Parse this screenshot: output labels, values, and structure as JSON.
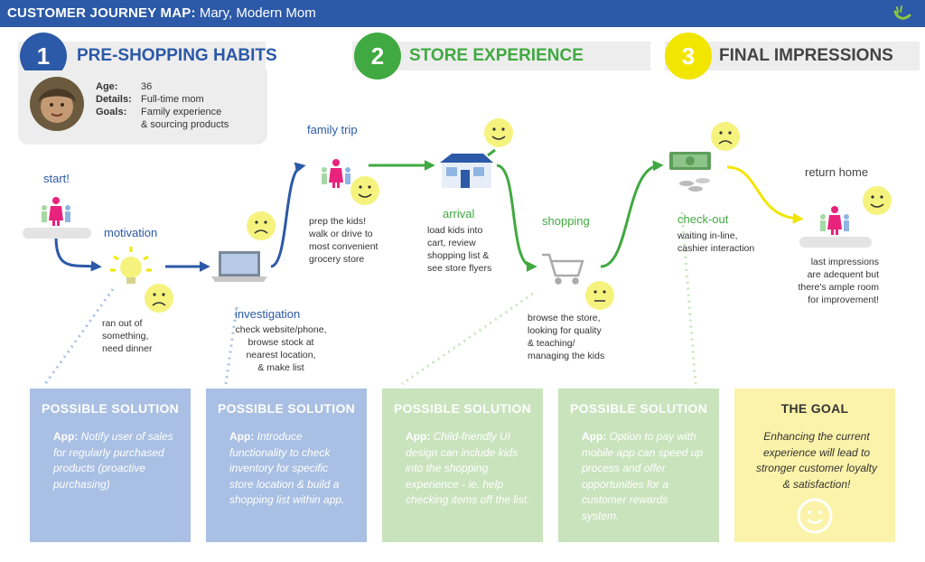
{
  "header": {
    "title_bold": "CUSTOMER JOURNEY MAP:",
    "title_rest": " Mary, Modern Mom"
  },
  "stages": [
    {
      "num": "1",
      "label": "PRE-SHOPPING HABITS"
    },
    {
      "num": "2",
      "label": "STORE EXPERIENCE"
    },
    {
      "num": "3",
      "label": "FINAL IMPRESSIONS"
    }
  ],
  "persona": {
    "age_label": "Age:",
    "age": "36",
    "details_label": "Details:",
    "details": "Full-time mom",
    "goals_label": "Goals:",
    "goals_line1": "Family experience",
    "goals_line2": "& sourcing products"
  },
  "nodes": {
    "start": "start!",
    "motivation": "motivation",
    "motivation_desc": [
      "ran out of",
      "something,",
      "need dinner"
    ],
    "investigation": "investigation",
    "investigation_desc": [
      "check website/phone,",
      "browse stock at",
      "nearest location,",
      "& make list"
    ],
    "family_trip": "family trip",
    "family_trip_desc": [
      "prep the kids!",
      "walk or drive to",
      "most convenient",
      "grocery store"
    ],
    "arrival": "arrival",
    "arrival_desc": [
      "load kids into",
      "cart, review",
      "shopping list &",
      "see store flyers"
    ],
    "shopping": "shopping",
    "shopping_desc": [
      "browse the store,",
      "looking for quality",
      "& teaching/",
      "managing the kids"
    ],
    "checkout": "check-out",
    "checkout_desc": [
      "waiting in-line,",
      "cashier interaction"
    ],
    "return_home": "return home",
    "return_desc": [
      "last impressions",
      "are adequent but",
      "there's ample room",
      "for improvement!"
    ]
  },
  "solutions": [
    {
      "title": "POSSIBLE SOLUTION",
      "app": "App:",
      "text": "Notify user of sales for regularly purchased products (proactive purchasing)"
    },
    {
      "title": "POSSIBLE SOLUTION",
      "app": "App:",
      "text": "Introduce functionality to check inventory for specific store location & build a shopping list within app."
    },
    {
      "title": "POSSIBLE SOLUTION",
      "app": "App:",
      "text": "Child-friendly UI design can include kids into the shopping experience - ie. help checking items off the list."
    },
    {
      "title": "POSSIBLE SOLUTION",
      "app": "App:",
      "text": "Option to pay with mobile app can speed up process and offer opportunities for a customer rewards system."
    }
  ],
  "goal": {
    "title": "THE GOAL",
    "text": "Enhancing the current experience will lead to stronger customer loyalty & satisfaction!"
  },
  "colors": {
    "blue": "#2c59a8",
    "green": "#41a941",
    "yellow": "#f2e600",
    "blue_box": "#a9bfe3",
    "green_box": "#c9e3bd",
    "yellow_box": "#fbf3a9",
    "face": "#f5f37e"
  },
  "icons": [
    "leaf-logo-icon",
    "avatar-photo",
    "family-figures-icon",
    "lightbulb-icon",
    "laptop-icon",
    "store-building-icon",
    "shopping-cart-icon",
    "money-icon",
    "smiley-face-icon",
    "frown-face-icon",
    "neutral-face-icon"
  ]
}
